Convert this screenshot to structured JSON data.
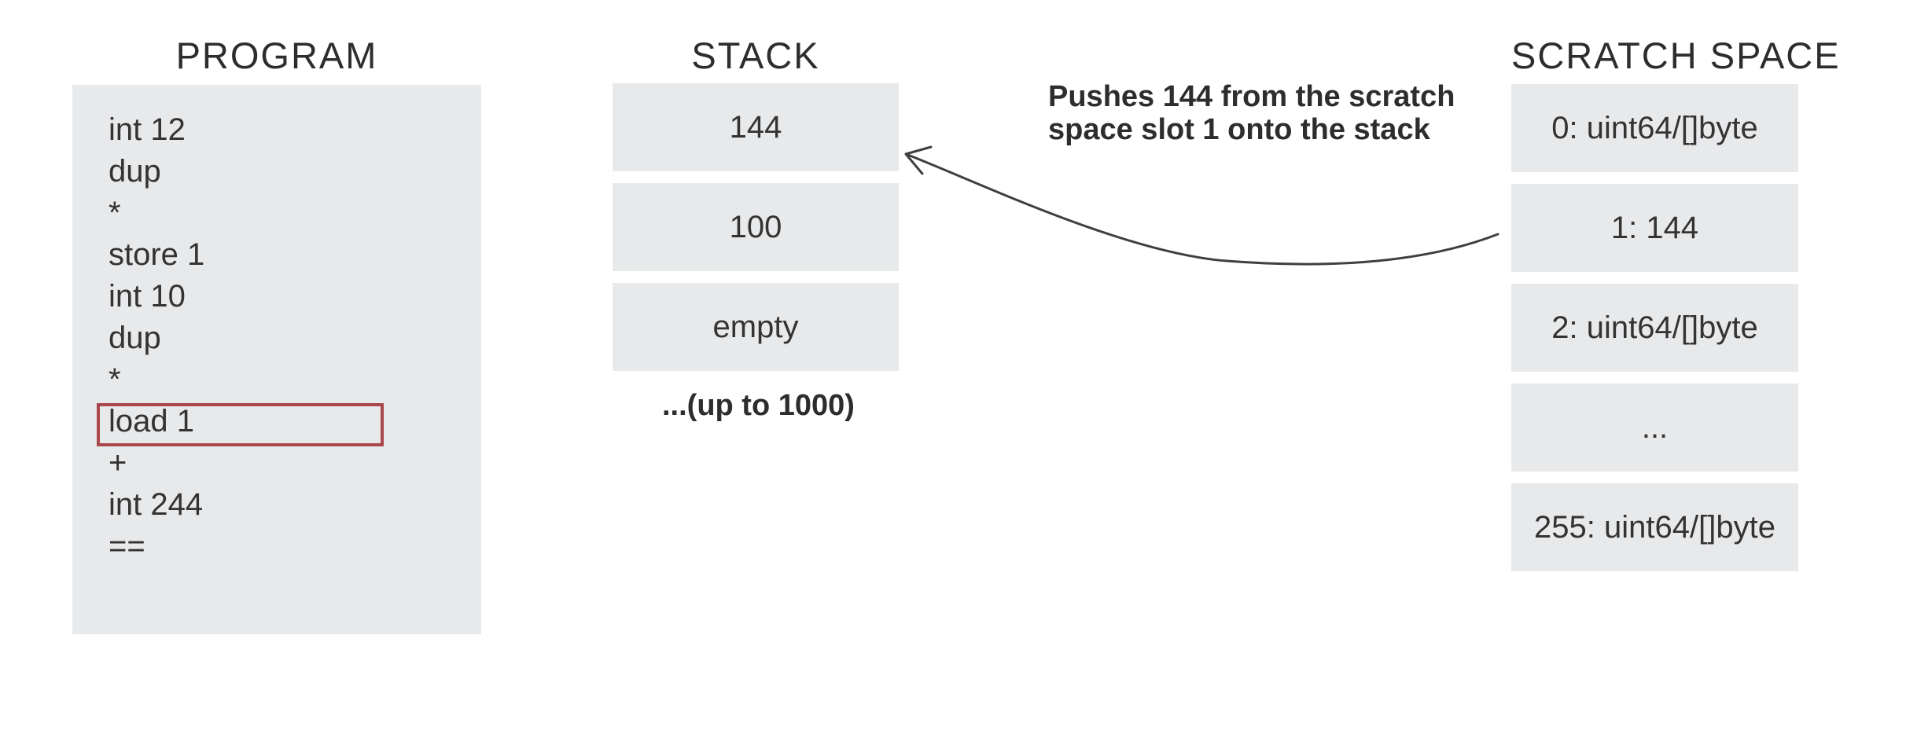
{
  "program": {
    "title": "PROGRAM",
    "lines": [
      "int 12",
      "dup",
      "*",
      "store 1",
      "int 10",
      "dup",
      "*",
      "load 1",
      "+",
      "int 244",
      "=="
    ],
    "highlighted_index": 7,
    "highlighted_line": "load 1"
  },
  "stack": {
    "title": "STACK",
    "slots": [
      "144",
      "100",
      "empty"
    ],
    "capacity_note": "...(up to 1000)"
  },
  "scratch_space": {
    "title": "SCRATCH SPACE",
    "slots": [
      "0: uint64/[]byte",
      "1: 144",
      "2: uint64/[]byte",
      "...",
      "255: uint64/[]byte"
    ]
  },
  "annotation": {
    "line1": "Pushes 144 from the scratch",
    "line2": "space slot 1 onto the stack"
  },
  "colors": {
    "background": "#ffffff",
    "box_bg": "#e8e9eb",
    "highlight_border": "#a9474d",
    "text": "#333333",
    "title_text": "#2d2d2d",
    "arrow": "#3f3f3f"
  }
}
